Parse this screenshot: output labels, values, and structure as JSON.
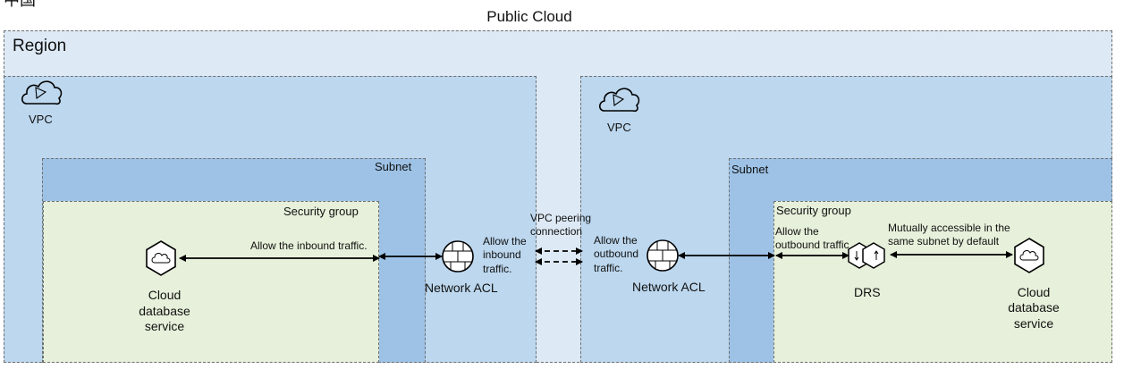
{
  "top_left_fragment": "中国",
  "public_cloud_label": "Public Cloud",
  "region_label": "Region",
  "left": {
    "vpc_label": "VPC",
    "subnet_label": "Subnet",
    "security_group_label": "Security group",
    "cloud_db_lines": [
      "Cloud",
      "database",
      "service"
    ],
    "inbound_arrow_label": "Allow the inbound traffic.",
    "acl_side_lines": [
      "Allow the",
      "inbound",
      "traffic."
    ],
    "network_acl_label": "Network ACL"
  },
  "peering_lines": [
    "VPC peering",
    "connection"
  ],
  "right": {
    "vpc_label": "VPC",
    "subnet_label": "Subnet",
    "security_group_label": "Security group",
    "acl_side_lines": [
      "Allow the",
      "outbound",
      "traffic."
    ],
    "network_acl_label": "Network ACL",
    "outbound_arrow_lines": [
      "Allow the",
      "outbound traffic"
    ],
    "drs_label": "DRS",
    "mutual_lines": [
      "Mutually accessible in the",
      "same subnet by default"
    ],
    "cloud_db_lines": [
      "Cloud",
      "database",
      "service"
    ]
  },
  "colors": {
    "region_fill": "#dde9f5",
    "vpc_fill": "#bcd7ee",
    "subnet_fill": "#9dc2e6",
    "security_group_fill": "#e6f0da",
    "border": "#6f6f6f"
  },
  "icons": [
    "cloud-vpc-icon",
    "cloud-database-icon",
    "network-acl-icon",
    "drs-icon"
  ]
}
